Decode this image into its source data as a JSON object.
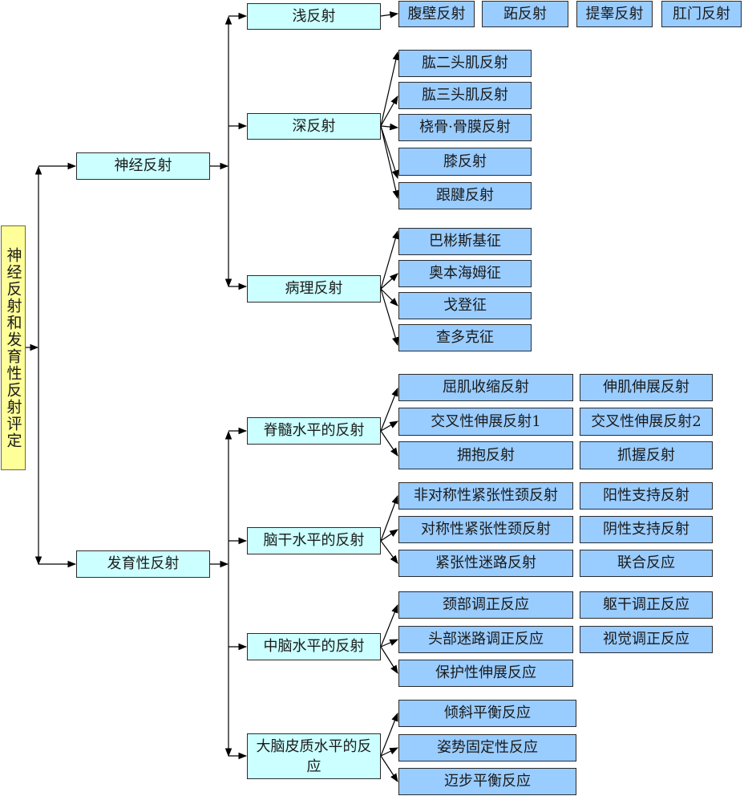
{
  "title": "神经反射和发育性反射评定",
  "colors": {
    "root_fill": "#FFFF99",
    "level_fill": "#CCFFFF",
    "leaf_fill": "#99CCFF",
    "line": "#000000"
  },
  "root": {
    "label": "神经反射和发育性反射评定"
  },
  "branches": [
    {
      "label": "神经反射",
      "groups": [
        {
          "label": "浅反射",
          "items": [
            "腹壁反射",
            "跖反射",
            "提睾反射",
            "肛门反射"
          ]
        },
        {
          "label": "深反射",
          "items": [
            "肱二头肌反射",
            "肱三头肌反射",
            "桡骨·骨膜反射",
            "膝反射",
            "跟腱反射"
          ]
        },
        {
          "label": "病理反射",
          "items": [
            "巴彬斯基征",
            "奥本海姆征",
            "戈登征",
            "查多克征"
          ]
        }
      ]
    },
    {
      "label": "发育性反射",
      "groups": [
        {
          "label": "脊髓水平的反射",
          "items": [
            "屈肌收缩反射",
            "伸肌伸展反射",
            "交叉性伸展反射1",
            "交叉性伸展反射2",
            "拥抱反射",
            "抓握反射"
          ]
        },
        {
          "label": "脑干水平的反射",
          "items": [
            "非对称性紧张性颈反射",
            "阳性支持反射",
            "对称性紧张性颈反射",
            "阴性支持反射",
            "紧张性迷路反射",
            "联合反应"
          ]
        },
        {
          "label": "中脑水平的反射",
          "items": [
            "颈部调正反应",
            "躯干调正反应",
            "头部迷路调正反应",
            "视觉调正反应",
            "保护性伸展反应"
          ]
        },
        {
          "label": "大脑皮质水平的反应",
          "items": [
            "倾斜平衡反应",
            "姿势固定性反应",
            "迈步平衡反应"
          ]
        }
      ]
    }
  ]
}
